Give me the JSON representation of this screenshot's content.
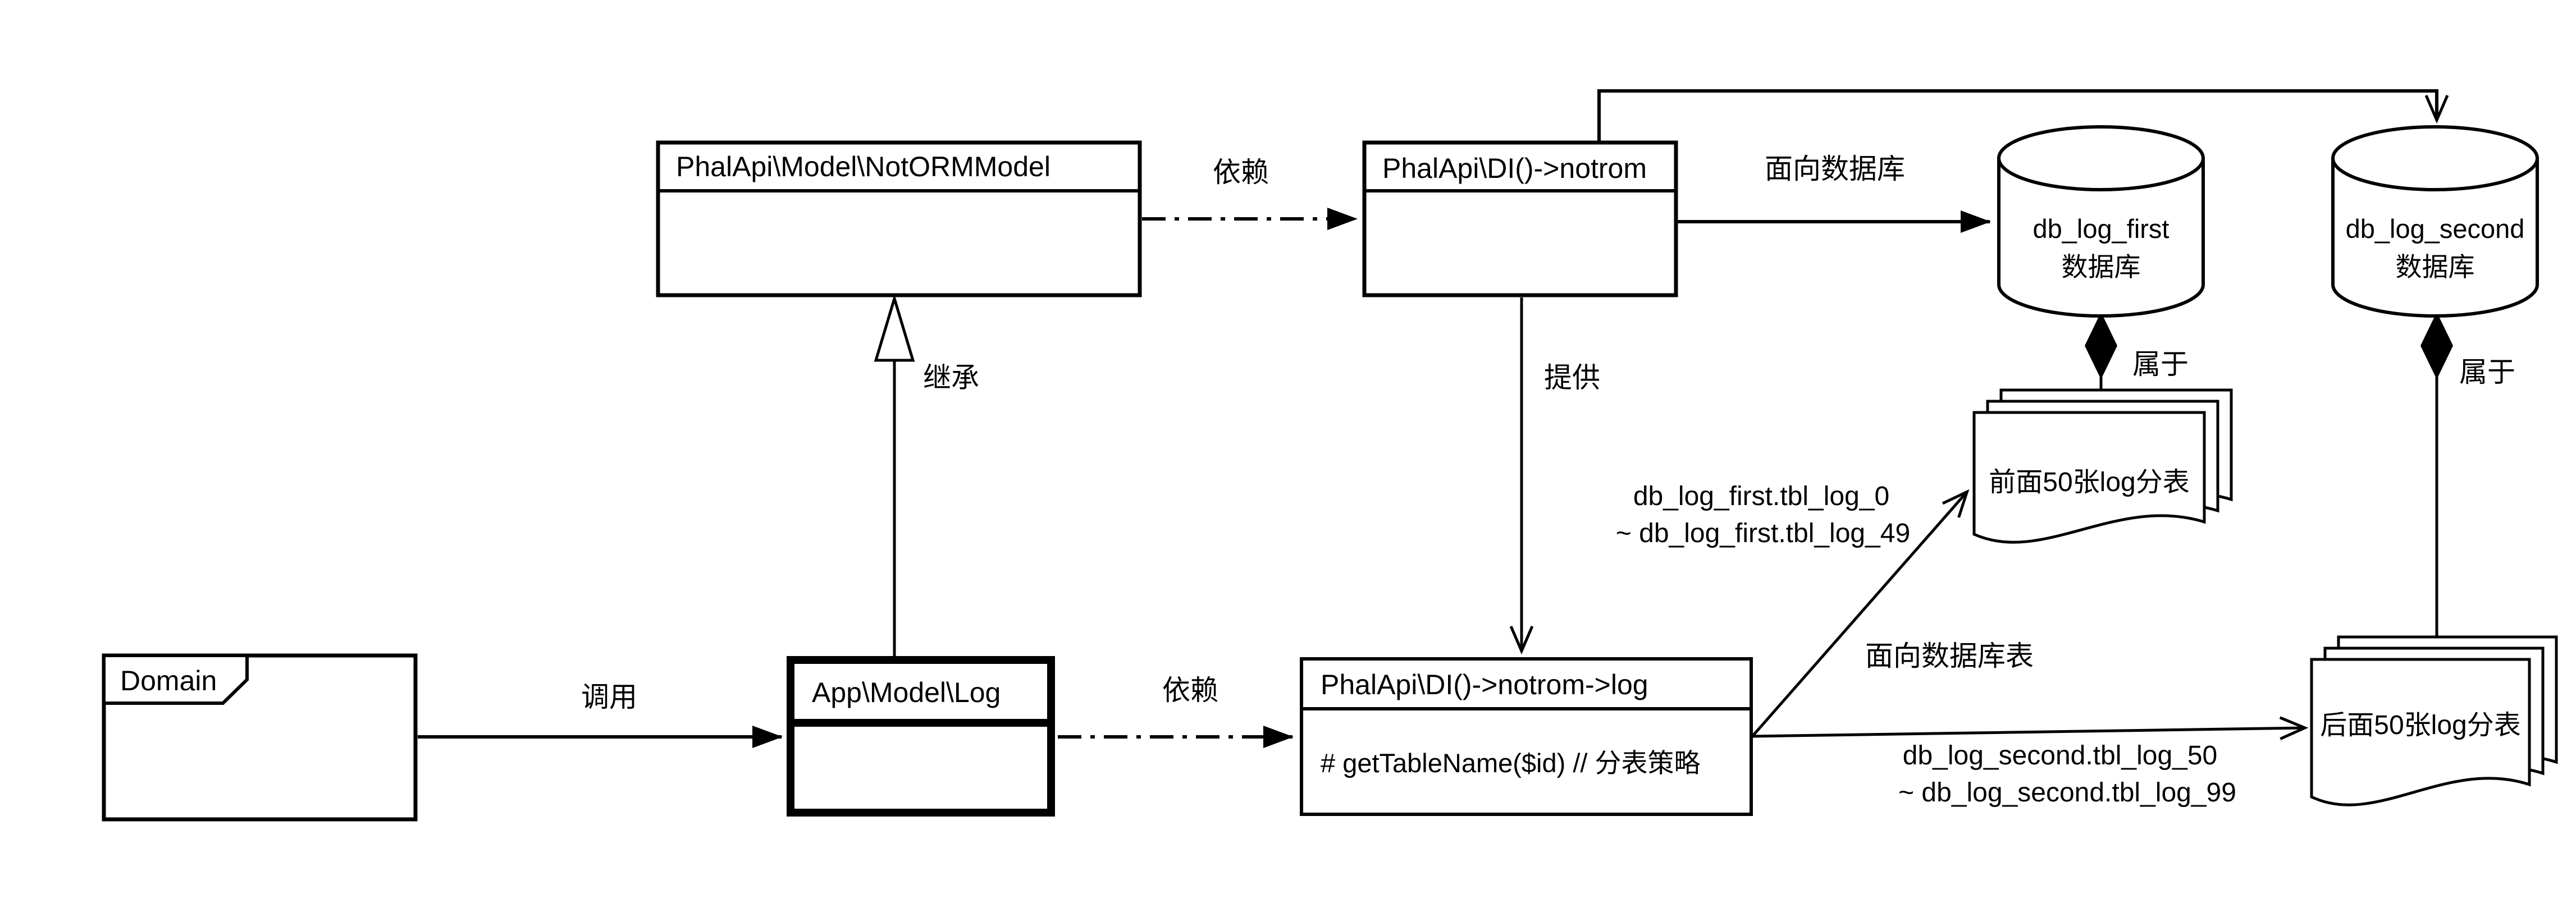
{
  "diagram": {
    "colors": {
      "stroke": "#000000",
      "background": "#ffffff"
    },
    "package": {
      "title": "Domain"
    },
    "classes": {
      "not_orm_model": {
        "title": "PhalApi\\Model\\NotORMModel"
      },
      "di_notrom": {
        "title": "PhalApi\\DI()->notrom"
      },
      "app_model_log": {
        "title": "App\\Model\\Log"
      },
      "di_notrom_log": {
        "title": "PhalApi\\DI()->notrom->log",
        "method": "# getTableName($id) // 分表策略"
      }
    },
    "databases": {
      "first": {
        "name": "db_log_first",
        "type": "数据库"
      },
      "second": {
        "name": "db_log_second",
        "type": "数据库"
      }
    },
    "documents": {
      "first": {
        "label": "前面50张log分表"
      },
      "second": {
        "label": "后面50张log分表"
      }
    },
    "edges": {
      "inherit": "继承",
      "call": "调用",
      "depend1": "依赖",
      "depend2": "依赖",
      "provide": "提供",
      "to_db": "面向数据库",
      "to_table": "面向数据库表",
      "belong1": "属于",
      "belong2": "属于"
    },
    "ranges": {
      "first_line1": "db_log_first.tbl_log_0",
      "first_line2": "~ db_log_first.tbl_log_49",
      "second_line1": "db_log_second.tbl_log_50",
      "second_line2": "~ db_log_second.tbl_log_99"
    }
  }
}
